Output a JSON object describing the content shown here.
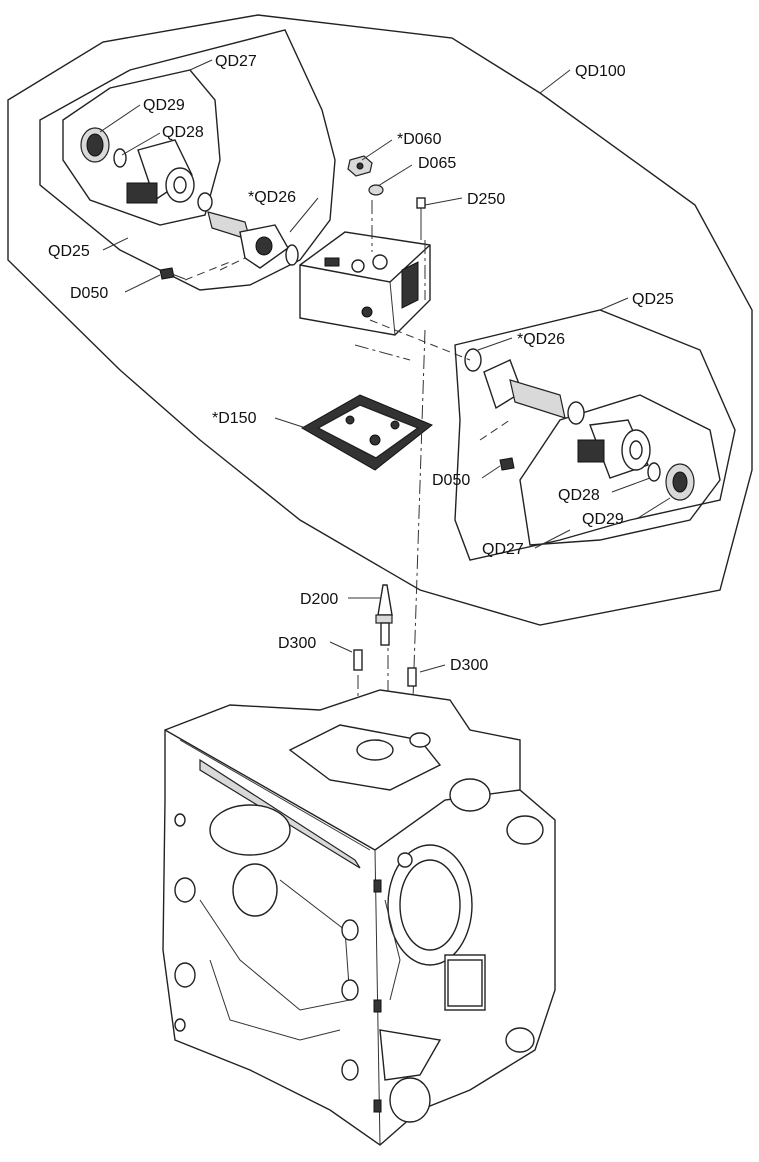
{
  "callouts": {
    "qd100": "QD100",
    "qd27_top": "QD27",
    "qd29_top": "QD29",
    "qd28_top": "QD28",
    "qd26_top": "*QD26",
    "qd25_top": "QD25",
    "d050_top": "D050",
    "d060": "*D060",
    "d065": "D065",
    "d250": "D250",
    "qd25_right": "QD25",
    "qd26_right": "*QD26",
    "d150": "*D150",
    "d050_right": "D050",
    "qd28_right": "QD28",
    "qd29_right": "QD29",
    "qd27_right": "QD27",
    "d200": "D200",
    "d300_left": "D300",
    "d300_right": "D300"
  }
}
